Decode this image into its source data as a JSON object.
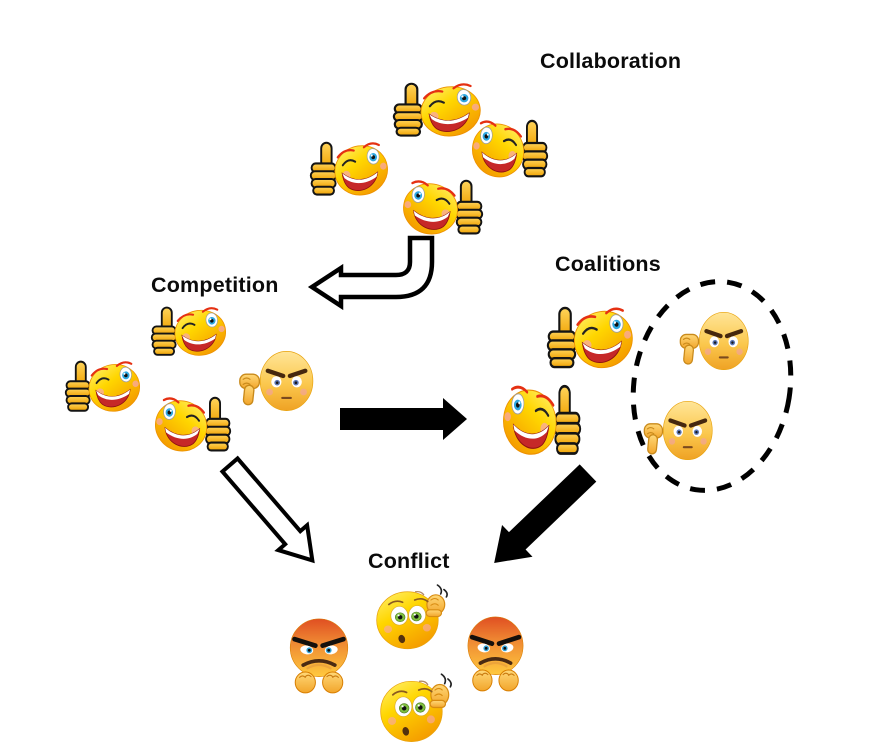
{
  "diagram": {
    "title": null,
    "background": "#FFFFFF",
    "nodes": [
      {
        "id": "collaboration",
        "label": "Collaboration",
        "emojis": [
          "thumbs-up-wink",
          "thumbs-up-wink",
          "thumbs-up-wink",
          "thumbs-up-wink"
        ]
      },
      {
        "id": "competition",
        "label": "Competition",
        "emojis": [
          "thumbs-up-wink",
          "thumbs-up-wink",
          "thumbs-up-wink",
          "angry-thumbs-down"
        ]
      },
      {
        "id": "coalitions",
        "label": "Coalitions",
        "emojis": [
          "thumbs-up-wink",
          "thumbs-up-wink",
          "angry-thumbs-down",
          "angry-thumbs-down"
        ],
        "annotation": {
          "shape": "dashed-ellipse",
          "around": "two angry thumbs-down members"
        }
      },
      {
        "id": "conflict",
        "label": "Conflict",
        "emojis": [
          "confused-head-scratch",
          "angry-fists",
          "angry-fists",
          "confused-head-scratch"
        ]
      }
    ],
    "edges": [
      {
        "from": "Collaboration",
        "to": "Competition",
        "style": "hollow-outline",
        "shape": "curved-elbow",
        "direction": "down-then-left"
      },
      {
        "from": "Competition",
        "to": "Coalitions",
        "style": "solid-black",
        "shape": "straight",
        "direction": "right"
      },
      {
        "from": "Competition",
        "to": "Conflict",
        "style": "hollow-outline",
        "shape": "straight",
        "direction": "down-right"
      },
      {
        "from": "Coalitions",
        "to": "Conflict",
        "style": "solid-black",
        "shape": "straight",
        "direction": "down-left"
      }
    ],
    "colors": {
      "arrow_black": "#000000",
      "arrow_hollow_fill": "#FFFFFF",
      "dashed_ellipse": "#000000",
      "emoji_yellow": "#FFD93B",
      "emoji_orange": "#F5A623",
      "angry_flush_red": "#E04F22",
      "eye_blue": "#2FA8E1",
      "eye_slate_blue": "#5C77B5",
      "eye_green": "#7FBF3F",
      "brow_red": "#E53012",
      "brow_dark_brown": "#46280E",
      "blush_pink": "#F8A5B0"
    }
  }
}
